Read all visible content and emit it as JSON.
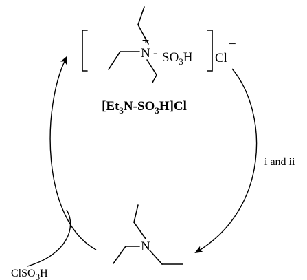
{
  "diagram": {
    "cation": {
      "charge": "+",
      "nitrogen": "N",
      "dash": "-",
      "sulfonic_prefix": "SO",
      "sulfonic_sub": "3",
      "sulfonic_suffix": "H"
    },
    "anion": {
      "chloride": "Cl",
      "charge": "−"
    },
    "catalyst_name": {
      "part1": "[Et",
      "sub1": "3",
      "part2": "N-SO",
      "sub2": "3",
      "part3": "H]Cl"
    },
    "condition": "i and ii",
    "amine_nitrogen": "N",
    "reagent": {
      "prefix": "ClSO",
      "sub": "3",
      "suffix": "H"
    }
  }
}
